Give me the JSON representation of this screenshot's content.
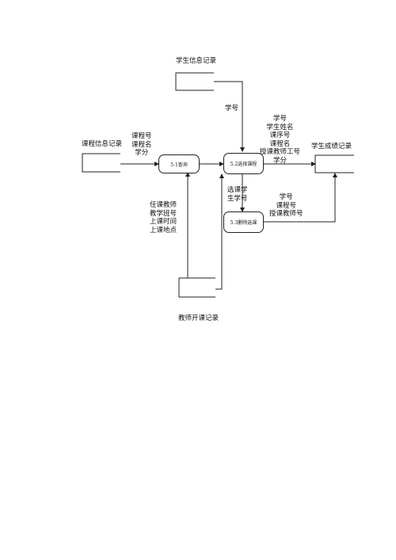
{
  "stores": {
    "student_info": "学生信息记录",
    "course_info": "课程信息记录",
    "student_grade": "学生成绩记录",
    "teacher_course": "教师开课记录"
  },
  "processes": {
    "query": "5.1查询",
    "select": "5.2选择课程",
    "delete": "5.3删除选课"
  },
  "flows": {
    "student_to_select": [
      "学号"
    ],
    "course_to_query": [
      "课程号",
      "课程名",
      "学分"
    ],
    "select_to_grade": [
      "学号",
      "学生姓名",
      "课序号",
      "课程名",
      "授课教师工号",
      "学分"
    ],
    "select_to_delete": [
      "选课学",
      "生学号"
    ],
    "delete_to_grade": [
      "学号",
      "课程号",
      "授课教师号"
    ],
    "teacher_to_query": [
      "任课教师",
      "教学班号",
      "上课时间",
      "上课地点"
    ]
  }
}
